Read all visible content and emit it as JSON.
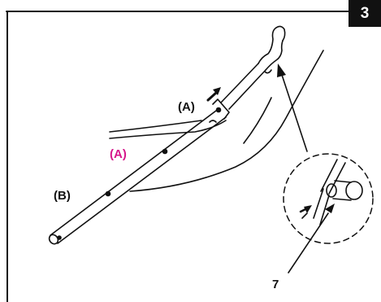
{
  "step_number": "3",
  "labels": {
    "a_upper": "(A)",
    "a_lower": "(A)",
    "b": "(B)",
    "part_number": "7"
  },
  "colors": {
    "accent_label": "#d6168b",
    "line": "#111111",
    "badge_bg": "#111111"
  }
}
